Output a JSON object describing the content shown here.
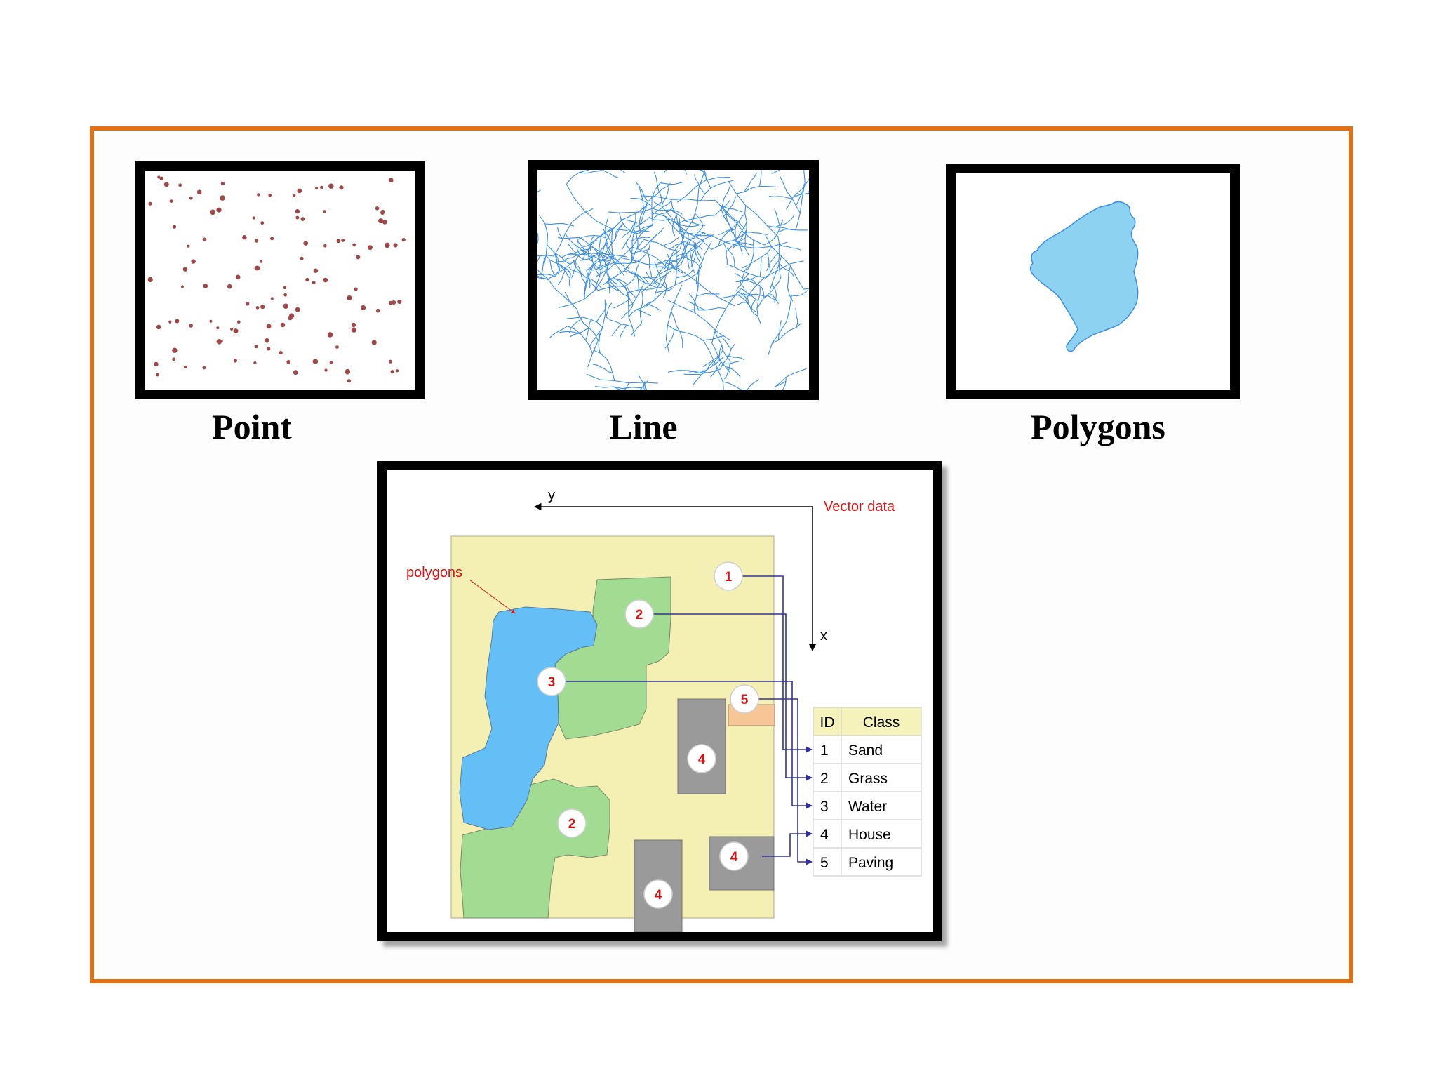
{
  "colors": {
    "frame": "#e07114",
    "point": "#a04848",
    "line": "#3a8ee8",
    "polygon_fill": "#8ed2f2",
    "polygon_stroke": "#3a8ee8",
    "sand": "#f4f0b4",
    "grass": "#a2dc92",
    "water": "#63bff5",
    "house": "#9a9a9a",
    "paving": "#f6c696",
    "leader": "#32329a",
    "label_red": "#e01010"
  },
  "captions": {
    "point": "Point",
    "line": "Line",
    "polygons": "Polygons"
  },
  "vector": {
    "title": "Vector data",
    "axis_y": "y",
    "axis_x": "x",
    "polygons_label": "polygons",
    "markers": {
      "sand": "1",
      "grass_top": "2",
      "water": "3",
      "paving": "5",
      "house_mid": "4",
      "grass_bottom": "2",
      "house_right": "4",
      "house_bottom": "4"
    },
    "table": {
      "headers": [
        "ID",
        "Class"
      ],
      "rows": [
        {
          "id": "1",
          "class": "Sand"
        },
        {
          "id": "2",
          "class": "Grass"
        },
        {
          "id": "3",
          "class": "Water"
        },
        {
          "id": "4",
          "class": "House"
        },
        {
          "id": "5",
          "class": "Paving"
        }
      ]
    }
  }
}
